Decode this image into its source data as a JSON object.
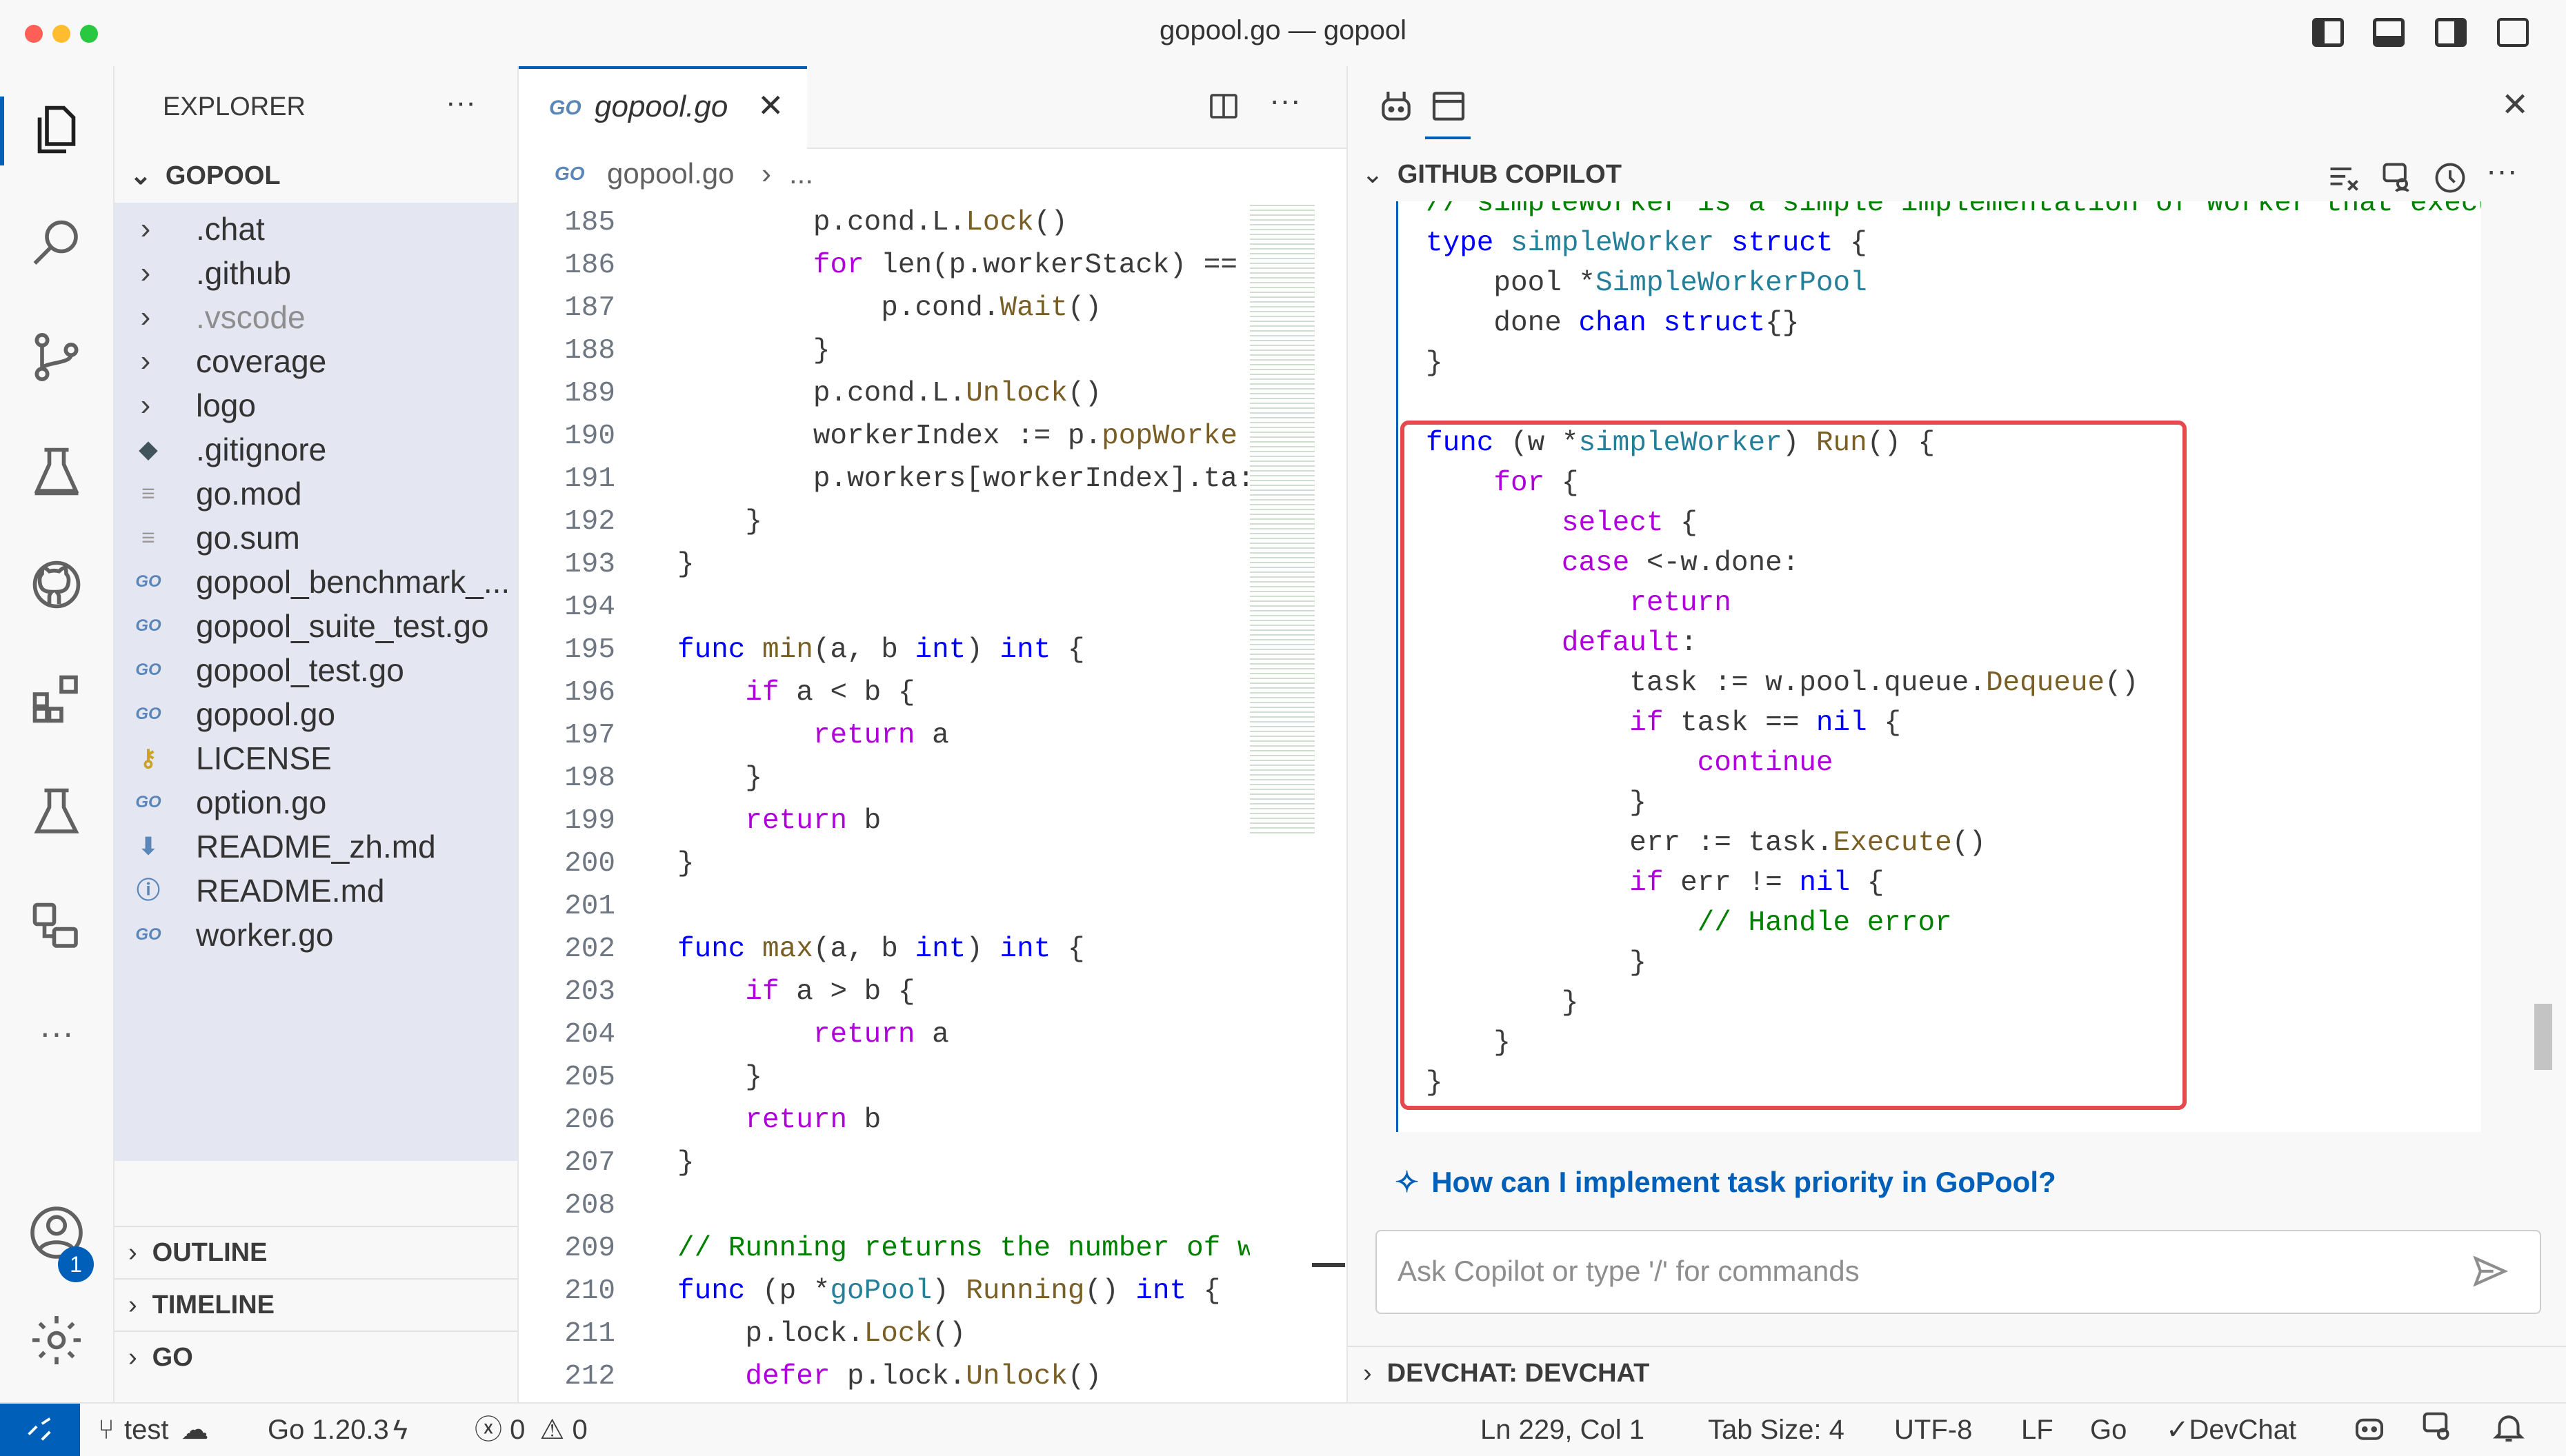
{
  "window": {
    "title": "gopool.go — gopool"
  },
  "explorer": {
    "header": "EXPLORER",
    "more": "···",
    "folder": "GOPOOL",
    "items": [
      {
        "label": ".chat",
        "icon": "chevron-right-icon",
        "glyph": "›",
        "muted": false
      },
      {
        "label": ".github",
        "icon": "chevron-right-icon",
        "glyph": "›",
        "muted": false
      },
      {
        "label": ".vscode",
        "icon": "chevron-right-icon",
        "glyph": "›",
        "muted": true
      },
      {
        "label": "coverage",
        "icon": "chevron-right-icon",
        "glyph": "›",
        "muted": false
      },
      {
        "label": "logo",
        "icon": "chevron-right-icon",
        "glyph": "›",
        "muted": false
      },
      {
        "label": ".gitignore",
        "icon": "git-file-icon",
        "glyph": "◆",
        "muted": false
      },
      {
        "label": "go.mod",
        "icon": "file-lines-icon",
        "glyph": "≡",
        "muted": false
      },
      {
        "label": "go.sum",
        "icon": "file-lines-icon",
        "glyph": "≡",
        "muted": false
      },
      {
        "label": "gopool_benchmark_...",
        "icon": "go-file-icon",
        "glyph": "GO",
        "muted": false
      },
      {
        "label": "gopool_suite_test.go",
        "icon": "go-file-icon",
        "glyph": "GO",
        "muted": false
      },
      {
        "label": "gopool_test.go",
        "icon": "go-file-icon",
        "glyph": "GO",
        "muted": false
      },
      {
        "label": "gopool.go",
        "icon": "go-file-icon",
        "glyph": "GO",
        "muted": false
      },
      {
        "label": "LICENSE",
        "icon": "license-icon",
        "glyph": "⚷",
        "muted": false
      },
      {
        "label": "option.go",
        "icon": "go-file-icon",
        "glyph": "GO",
        "muted": false
      },
      {
        "label": "README_zh.md",
        "icon": "download-arrow-icon",
        "glyph": "⬇",
        "muted": false
      },
      {
        "label": "README.md",
        "icon": "info-icon",
        "glyph": "ⓘ",
        "muted": false
      },
      {
        "label": "worker.go",
        "icon": "go-file-icon",
        "glyph": "GO",
        "muted": false
      }
    ],
    "sections": [
      "OUTLINE",
      "TIMELINE",
      "GO"
    ]
  },
  "editor": {
    "tab_label": "gopool.go",
    "breadcrumb_file": "gopool.go",
    "breadcrumb_more": "...",
    "lines": [
      {
        "n": "185",
        "text": "        p.cond.L.Lock()"
      },
      {
        "n": "186",
        "text": "        for len(p.workerStack) =="
      },
      {
        "n": "187",
        "text": "            p.cond.Wait()"
      },
      {
        "n": "188",
        "text": "        }"
      },
      {
        "n": "189",
        "text": "        p.cond.L.Unlock()"
      },
      {
        "n": "190",
        "text": "        workerIndex := p.popWorke"
      },
      {
        "n": "191",
        "text": "        p.workers[workerIndex].ta:"
      },
      {
        "n": "192",
        "text": "    }"
      },
      {
        "n": "193",
        "text": "}"
      },
      {
        "n": "194",
        "text": ""
      },
      {
        "n": "195",
        "text": "func min(a, b int) int {"
      },
      {
        "n": "196",
        "text": "    if a < b {"
      },
      {
        "n": "197",
        "text": "        return a"
      },
      {
        "n": "198",
        "text": "    }"
      },
      {
        "n": "199",
        "text": "    return b"
      },
      {
        "n": "200",
        "text": "}"
      },
      {
        "n": "201",
        "text": ""
      },
      {
        "n": "202",
        "text": "func max(a, b int) int {"
      },
      {
        "n": "203",
        "text": "    if a > b {"
      },
      {
        "n": "204",
        "text": "        return a"
      },
      {
        "n": "205",
        "text": "    }"
      },
      {
        "n": "206",
        "text": "    return b"
      },
      {
        "n": "207",
        "text": "}"
      },
      {
        "n": "208",
        "text": ""
      },
      {
        "n": "209",
        "text": "// Running returns the number of w"
      },
      {
        "n": "210",
        "text": "func (p *goPool) Running() int {"
      },
      {
        "n": "211",
        "text": "    p.lock.Lock()"
      },
      {
        "n": "212",
        "text": "    defer p.lock.Unlock()"
      }
    ]
  },
  "copilot": {
    "section_title": "GITHUB COPILOT",
    "code_lines": [
      "// simpleWorker is a simple implementation of Worker that execut",
      "type simpleWorker struct {",
      "    pool *SimpleWorkerPool",
      "    done chan struct{}",
      "}",
      "",
      "func (w *simpleWorker) Run() {",
      "    for {",
      "        select {",
      "        case <-w.done:",
      "            return",
      "        default:",
      "            task := w.pool.queue.Dequeue()",
      "            if task == nil {",
      "                continue",
      "            }",
      "            err := task.Execute()",
      "            if err != nil {",
      "                // Handle error",
      "            }",
      "        }",
      "    }",
      "}"
    ],
    "suggestion": "How can I implement task priority in GoPool?",
    "input_placeholder": "Ask Copilot or type '/' for commands",
    "devchat_title": "DEVCHAT: DEVCHAT"
  },
  "statusbar": {
    "branch": "test",
    "go_version": "Go 1.20.3",
    "errors": "0",
    "warnings": "0",
    "position": "Ln 229, Col 1",
    "tab_size": "Tab Size: 4",
    "encoding": "UTF-8",
    "eol": "LF",
    "language": "Go",
    "devchat": "DevChat",
    "notification_badge": "1"
  },
  "colors": {
    "accent": "#005fb8",
    "highlight_border": "#e5484d",
    "tree_selection": "#e4e6f1"
  }
}
